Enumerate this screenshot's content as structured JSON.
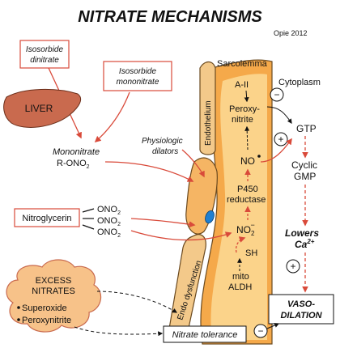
{
  "title": "NITRATE MECHANISMS",
  "credit": "Opie 2012",
  "colors": {
    "arrow_red": "#d94a3a",
    "cell_orange": "#f5a94a",
    "cell_light": "#fbd38a",
    "liver_red": "#c96a4e",
    "tan": "#f3c98a",
    "blue_nucleus": "#1f7fd1"
  },
  "labels": {
    "isosorbide_dinitrate": [
      "Isosorbide",
      "dinitrate"
    ],
    "isosorbide_mononitrate": [
      "Isosorbide",
      "mononitrate"
    ],
    "liver": "LIVER",
    "mononitrate": "Mononitrate",
    "r_ono2": "R-ONO",
    "r_ono2_sub": "2",
    "nitroglycerin": "Nitroglycerin",
    "ono2": "ONO",
    "ono2_sub": "2",
    "physiologic_dilators": [
      "Physiologic",
      "dilators"
    ],
    "sarcolemma": "Sarcolemma",
    "endothelium": "Endothelium",
    "endo_dysfunction": "Endo dysfunction",
    "cytoplasm": "Cytoplasm",
    "a_ii": "A-II",
    "peroxynitrite_cell": [
      "Peroxy-",
      "nitrite"
    ],
    "no": "NO",
    "p450": [
      "P450",
      "reductase"
    ],
    "no2": "NO",
    "no2_sub": "2",
    "no2_sup": "−",
    "sh": "SH",
    "mito_aldh": [
      "mito",
      "ALDH"
    ],
    "gtp": "GTP",
    "cyclic_gmp": [
      "Cyclic",
      "GMP"
    ],
    "lowers": "Lowers",
    "ca": "Ca",
    "ca_sup": "2+",
    "vasodilation": [
      "VASO-",
      "DILATION"
    ],
    "excess_nitrates": [
      "EXCESS",
      "NITRATES"
    ],
    "superoxide": "Superoxide",
    "peroxynitrite": "Peroxynitrite",
    "nitrate_tolerance": "Nitrate tolerance",
    "minus": "−",
    "plus": "+"
  }
}
